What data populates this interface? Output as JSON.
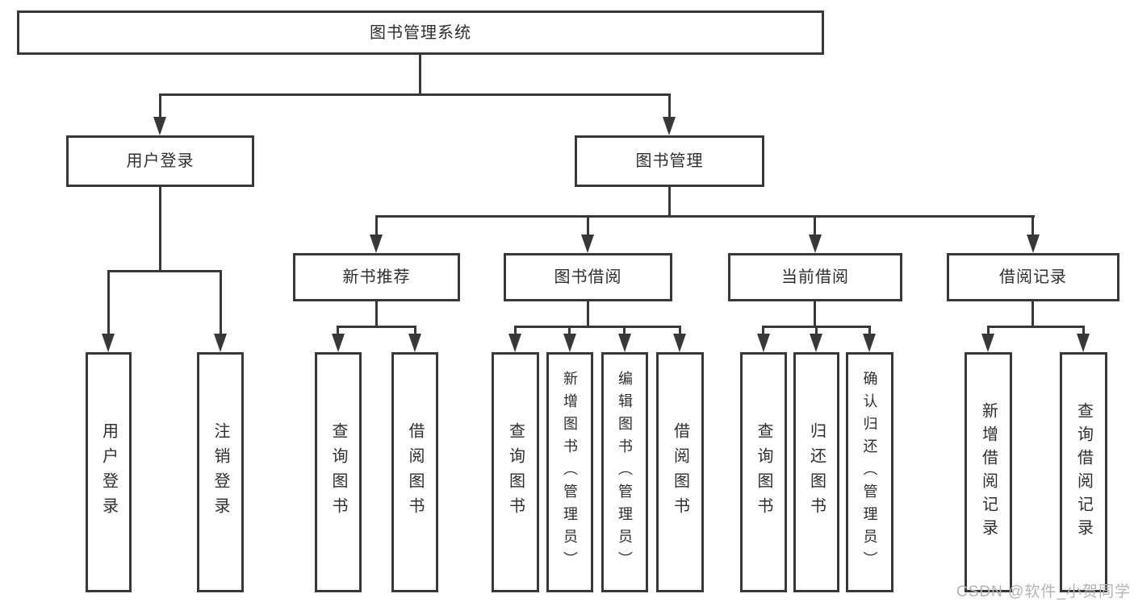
{
  "diagram": {
    "root": {
      "label": "图书管理系统"
    },
    "branches": [
      {
        "label": "用户登录",
        "children": [
          {
            "label": "用户登录"
          },
          {
            "label": "注销登录"
          }
        ]
      },
      {
        "label": "图书管理",
        "children": [
          {
            "label": "新书推荐",
            "children": [
              {
                "label": "查询图书"
              },
              {
                "label": "借阅图书"
              }
            ]
          },
          {
            "label": "图书借阅",
            "children": [
              {
                "label": "查询图书"
              },
              {
                "label": "新增图书（管理员）"
              },
              {
                "label": "编辑图书（管理员）"
              },
              {
                "label": "借阅图书"
              }
            ]
          },
          {
            "label": "当前借阅",
            "children": [
              {
                "label": "查询图书"
              },
              {
                "label": "归还图书"
              },
              {
                "label": "确认归还（管理员）"
              }
            ]
          },
          {
            "label": "借阅记录",
            "children": [
              {
                "label": "新增借阅记录"
              },
              {
                "label": "查询借阅记录"
              }
            ]
          }
        ]
      }
    ]
  },
  "watermark": {
    "text": "CSDN @软件_小贺同学"
  },
  "colors": {
    "line": "#383838",
    "text": "#2e2e2e",
    "watermark": "#b3b3b3",
    "background": "#ffffff"
  }
}
